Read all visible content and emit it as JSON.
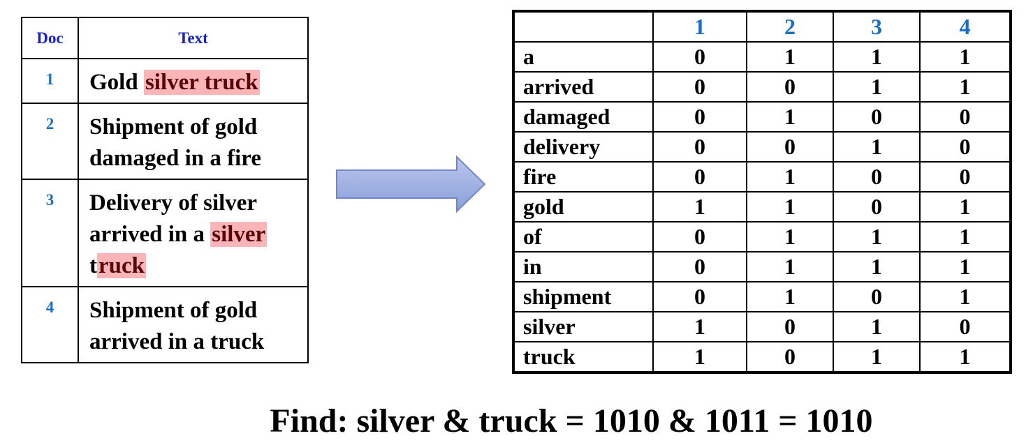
{
  "docs_table": {
    "header_doc": "Doc",
    "header_text": "Text",
    "rows": [
      {
        "id": "1",
        "lines": [
          [
            {
              "t": "Gold "
            },
            {
              "t": "silver truck",
              "hl": true
            }
          ]
        ]
      },
      {
        "id": "2",
        "lines": [
          [
            {
              "t": "Shipment of gold"
            }
          ],
          [
            {
              "t": "damaged in a fire"
            }
          ]
        ]
      },
      {
        "id": "3",
        "lines": [
          [
            {
              "t": "Delivery of silver"
            }
          ],
          [
            {
              "t": "arrived in a "
            },
            {
              "t": "silver",
              "hl": true
            }
          ],
          [
            {
              "t": "t"
            },
            {
              "t": "ruck",
              "hl": true
            }
          ]
        ]
      },
      {
        "id": "4",
        "lines": [
          [
            {
              "t": "Shipment of gold"
            }
          ],
          [
            {
              "t": "arrived in a truck"
            }
          ]
        ]
      }
    ]
  },
  "matrix": {
    "columns": [
      "1",
      "2",
      "3",
      "4"
    ],
    "rows": [
      {
        "term": "a",
        "values": [
          "0",
          "1",
          "1",
          "1"
        ]
      },
      {
        "term": "arrived",
        "values": [
          "0",
          "0",
          "1",
          "1"
        ]
      },
      {
        "term": "damaged",
        "values": [
          "0",
          "1",
          "0",
          "0"
        ]
      },
      {
        "term": "delivery",
        "values": [
          "0",
          "0",
          "1",
          "0"
        ]
      },
      {
        "term": "fire",
        "values": [
          "0",
          "1",
          "0",
          "0"
        ]
      },
      {
        "term": "gold",
        "values": [
          "1",
          "1",
          "0",
          "1"
        ]
      },
      {
        "term": "of",
        "values": [
          "0",
          "1",
          "1",
          "1"
        ]
      },
      {
        "term": "in",
        "values": [
          "0",
          "1",
          "1",
          "1"
        ]
      },
      {
        "term": "shipment",
        "values": [
          "0",
          "1",
          "0",
          "1"
        ]
      },
      {
        "term": "silver",
        "values": [
          "1",
          "0",
          "1",
          "0"
        ]
      },
      {
        "term": "truck",
        "values": [
          "1",
          "0",
          "1",
          "1"
        ]
      }
    ]
  },
  "formula": "Find: silver & truck = 1010 & 1011 = 1010",
  "colors": {
    "header_text_blue": "#1a21c9",
    "doc_id_blue": "#1a6fc4",
    "highlight_pink": "#f8969b",
    "arrow_fill_top": "#b9c6ee",
    "arrow_fill_bottom": "#8a9fd8",
    "arrow_stroke": "#7186c6"
  },
  "icons": {
    "arrow": "right-arrow-icon"
  }
}
